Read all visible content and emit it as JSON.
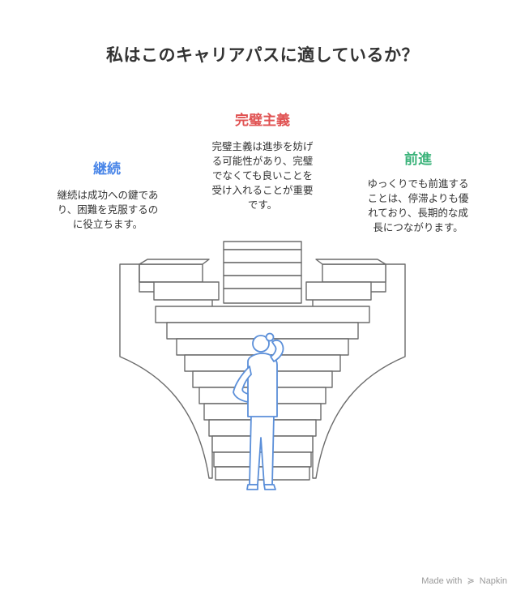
{
  "title": "私はこのキャリアパスに適しているか？",
  "colors": {
    "continuity": "#4a86e8",
    "perfection": "#e05252",
    "progress": "#3bb37a",
    "stairs_stroke": "#6b6b6b",
    "figure": "#5b8fd9"
  },
  "items": [
    {
      "title": "継続",
      "desc_lines": [
        "継続は成功への鍵であ",
        "り、困難を克服するの",
        "に役立ちます。"
      ]
    },
    {
      "title": "完璧主義",
      "desc_lines": [
        "完璧主義は進歩を妨げ",
        "る可能性があり、完璧",
        "でなくても良いことを",
        "受け入れることが重要",
        "です。"
      ]
    },
    {
      "title": "前進",
      "desc_lines": [
        "ゆっくりでも前進する",
        "ことは、停滞よりも優",
        "れており、長期的な成",
        "長につながります。"
      ]
    }
  ],
  "footer": {
    "text_made": "Made with",
    "brand": "Napkin",
    "icon": "napkin-logo-icon"
  }
}
